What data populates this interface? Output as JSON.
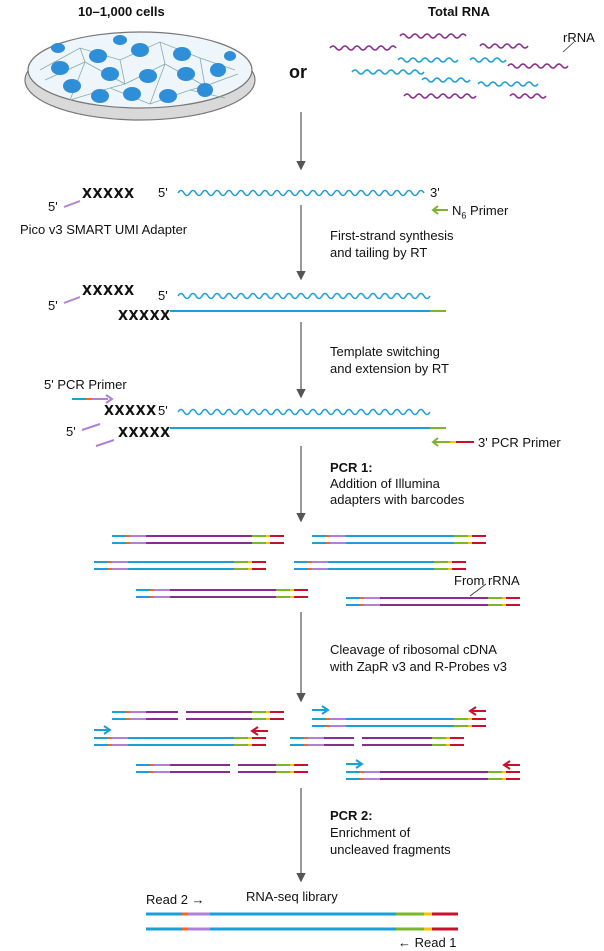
{
  "source": {
    "cells_label": "10–1,000 cells",
    "or_label": "or",
    "rna_label": "Total RNA",
    "rrna_label": "rRNA"
  },
  "step1": {
    "five_prime": "5'",
    "three_prime": "3'",
    "umi": "XXXXX",
    "adapter_label": "Pico v3 SMART UMI Adapter",
    "primer_label": "N",
    "primer_sub": "6",
    "primer_suffix": " Primer",
    "step_text": [
      "First-strand synthesis",
      "and tailing by RT"
    ]
  },
  "step2": {
    "five_prime": "5'",
    "umi": "XXXXX",
    "step_text": [
      "Template switching",
      "and extension by RT"
    ]
  },
  "step3": {
    "pcr5_label": "5' PCR Primer",
    "five_prime": "5'",
    "umi": "XXXXX",
    "pcr3_label": "3' PCR Primer",
    "pcr1_title": "PCR 1:",
    "pcr1_text": [
      "Addition of Illumina",
      "adapters with barcodes"
    ]
  },
  "step4": {
    "from_rrna": "From rRNA",
    "step_text": [
      "Cleavage of ribosomal cDNA",
      "with ZapR v3 and R-Probes v3"
    ]
  },
  "step5": {
    "pcr2_title": "PCR 2:",
    "pcr2_text": [
      "Enrichment of",
      "uncleaved fragments"
    ]
  },
  "library": {
    "read2": "Read 2 →",
    "title": "RNA-seq library",
    "read1": "← Read 1"
  },
  "colors": {
    "rna_blue": "#1a9fd9",
    "rrna_purple": "#8b2a8f",
    "umi_lilac": "#b07fd6",
    "green": "#7ab52a",
    "red": "#c8102e",
    "orange": "#f26a21",
    "yellow": "#f2c500",
    "arrow_gray": "#555555"
  }
}
